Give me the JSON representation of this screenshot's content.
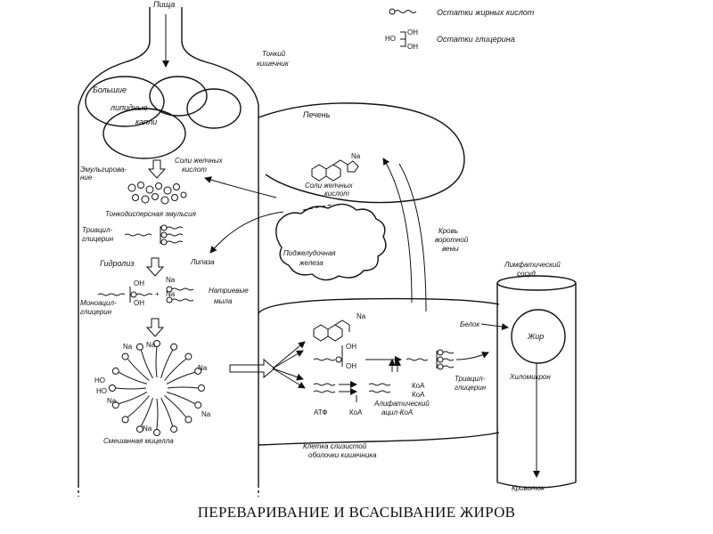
{
  "legend": {
    "fatty_acid": "Остатки жирных кислот",
    "glycerol": "Остатки глицерина",
    "oh": "OH",
    "ho": "HO"
  },
  "labels": {
    "food": "Пища",
    "small_intestine_1": "Тонкий",
    "small_intestine_2": "кишечник",
    "big_1": "Большие",
    "big_2": "липидные",
    "big_3": "капли",
    "bile_salts_top_1": "Соли желчных",
    "bile_salts_top_2": "кислот",
    "emulsify_1": "Эмульгирова-",
    "emulsify_2": "ние",
    "fine_emulsion": "Тонкодисперсная эмульсия",
    "triacyl_1": "Триацил-",
    "triacyl_2": "глицерин",
    "lipase": "Липаза",
    "hydrolysis": "Гидролиз",
    "monoacyl_1": "Моноацил-",
    "monoacyl_2": "глицерин",
    "sodium_1": "Натриевые",
    "sodium_2": "мыла",
    "mixed_micelle": "Смешанная мицелла",
    "liver": "Печень",
    "bile_salts_liver_1": "Соли желчных",
    "bile_salts_liver_2": "кислот",
    "pancreas_1": "Поджелудочная",
    "pancreas_2": "железа",
    "portal_1": "Кровь",
    "portal_2": "воротной",
    "portal_3": "вены",
    "lymph_1": "Лимфатический",
    "lymph_2": "сосуд",
    "protein": "Белок",
    "fat": "Жир",
    "chylomicron": "Хиломикрон",
    "triacyl_cell_1": "Триацил-",
    "triacyl_cell_2": "глицерин",
    "atp": "АТФ",
    "koa": "КоА",
    "aliphatic_1": "Алифатический",
    "aliphatic_2": "ацил-КоА",
    "cell_1": "Клетка слизистой",
    "cell_2": "оболочки кишечника",
    "to_blood": "Кровоток",
    "na": "Na",
    "plus": "+"
  },
  "caption": "ПЕРЕВАРИВАНИЕ И ВСАСЫВАНИЕ ЖИРОВ"
}
